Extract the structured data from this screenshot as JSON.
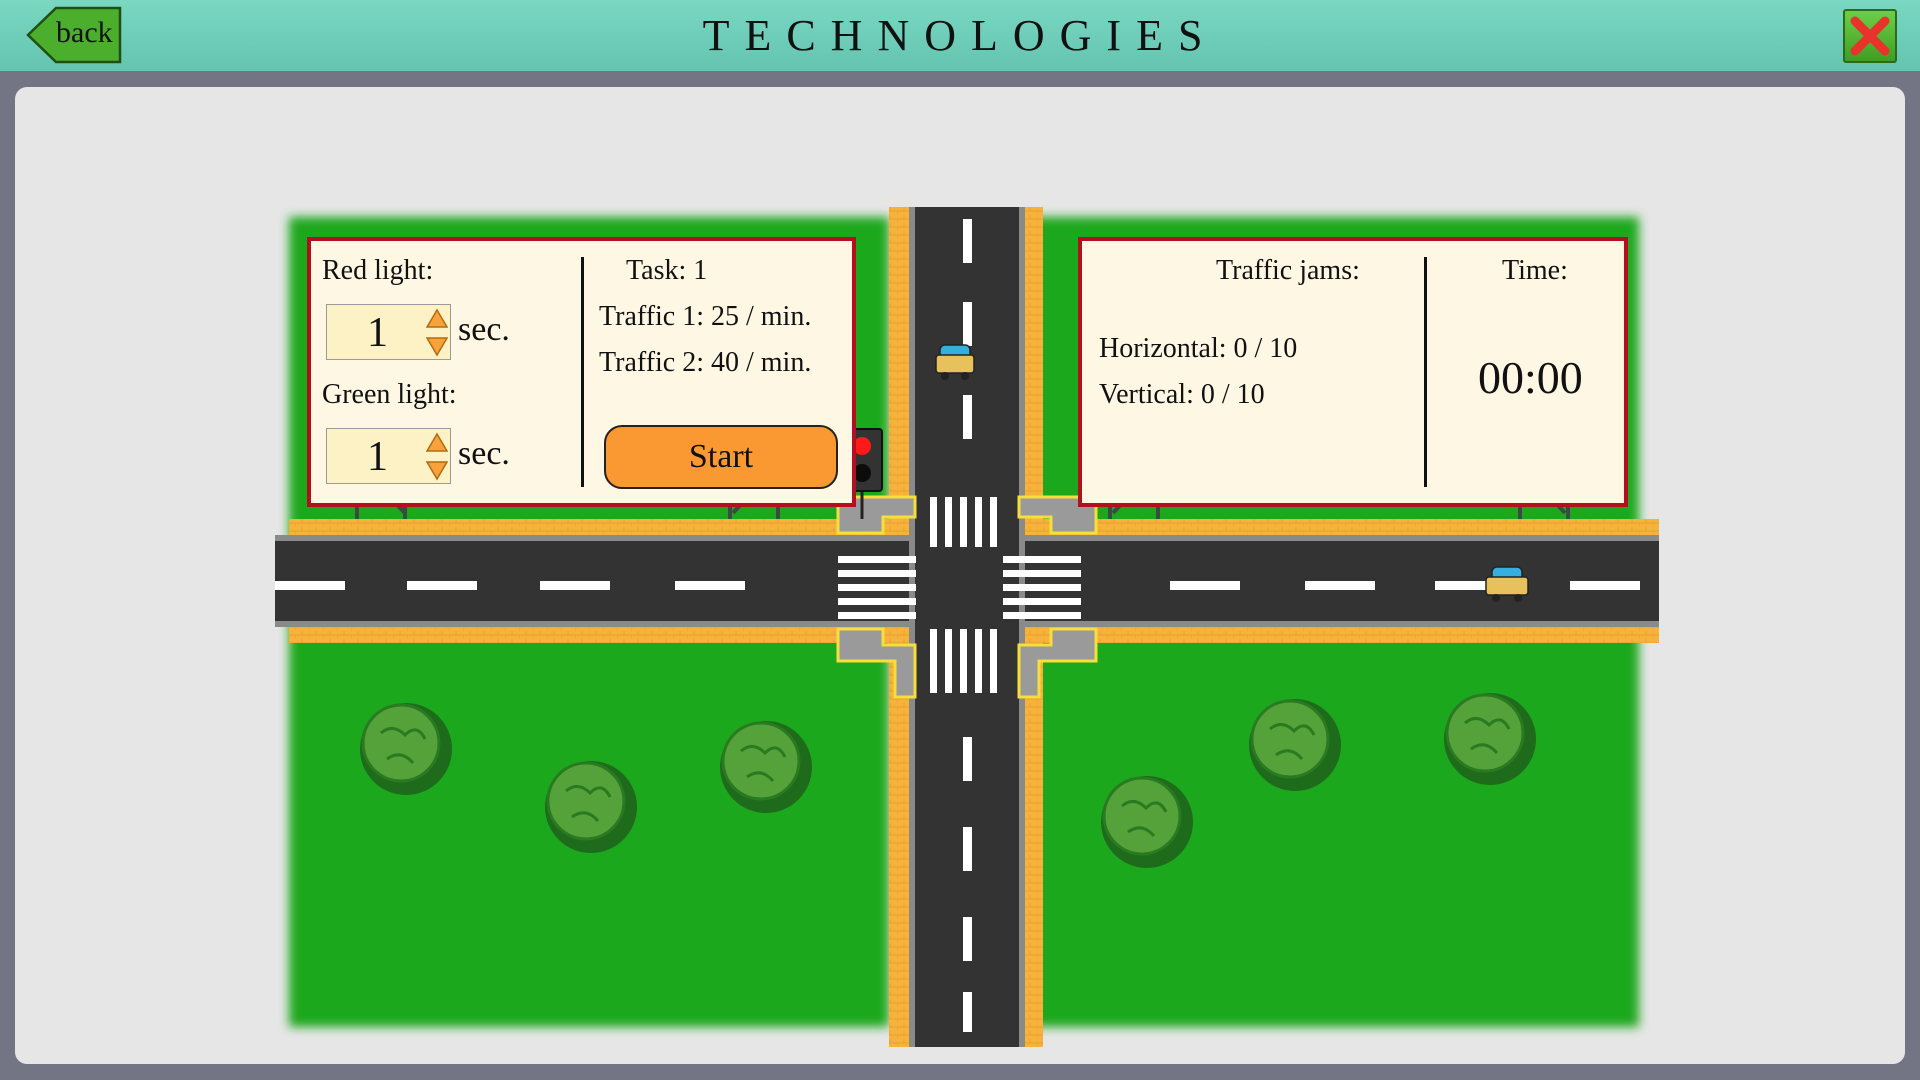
{
  "header": {
    "title": "TECHNOLOGIES",
    "back_label": "back"
  },
  "controls": {
    "red_light_label": "Red light:",
    "red_light_value": "1",
    "green_light_label": "Green light:",
    "green_light_value": "1",
    "unit": "sec."
  },
  "task": {
    "task_label": "Task: 1",
    "traffic1": "Traffic 1: 25 / min.",
    "traffic2": "Traffic 2: 40 / min.",
    "start_label": "Start"
  },
  "stats": {
    "jams_label": "Traffic jams:",
    "horizontal": "Horizontal: 0 / 10",
    "vertical": "Vertical: 0 / 10",
    "time_label": "Time:",
    "time_value": "00:00"
  },
  "traffic_light_state": "red",
  "colors": {
    "header": "#6bccb8",
    "grass": "#1ea81e",
    "road": "#333333",
    "sidewalk": "#f7b23b",
    "board_border": "#b2101e",
    "start_button": "#fa9831",
    "close_button": "#4fb32e",
    "car": "#e7c25c"
  }
}
